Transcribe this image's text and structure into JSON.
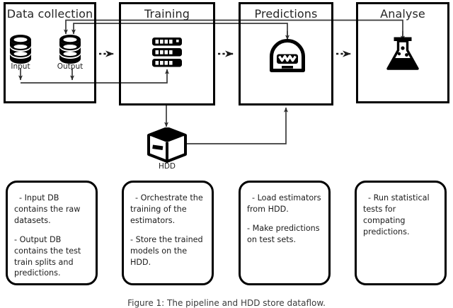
{
  "diagram": {
    "title": "ML pipeline architecture diagram",
    "stages": [
      {
        "id": "data-collection",
        "label": "Data collection"
      },
      {
        "id": "training",
        "label": "Training"
      },
      {
        "id": "predictions",
        "label": "Predictions"
      },
      {
        "id": "analyse",
        "label": "Analyse"
      }
    ],
    "icons": [
      {
        "id": "input-db",
        "name": "database-icon",
        "label": "Input"
      },
      {
        "id": "output-db",
        "name": "database-icon",
        "label": "Output"
      },
      {
        "id": "server",
        "name": "server-rack-icon",
        "label": ""
      },
      {
        "id": "robot",
        "name": "robot-head-icon",
        "label": ""
      },
      {
        "id": "flask",
        "name": "erlenmeyer-flask-icon",
        "label": ""
      },
      {
        "id": "hdd",
        "name": "hard-drive-cube-icon",
        "label": "HDD"
      }
    ],
    "notes": [
      {
        "id": "note-data-collection",
        "lines": [
          "- Input DB contains the raw datasets.",
          "- Output DB contains the test train splits and predictions."
        ]
      },
      {
        "id": "note-training",
        "lines": [
          "- Orchestrate the training of the estimators.",
          "- Store the trained models on the HDD."
        ]
      },
      {
        "id": "note-predictions",
        "lines": [
          "- Load estimators from HDD.",
          "- Make predictions on test sets."
        ]
      },
      {
        "id": "note-analyse",
        "lines": [
          "- Run statistical tests for compating predictions."
        ]
      }
    ],
    "caption": "Figure 1: The pipeline and HDD store dataflow.",
    "colors": {
      "stroke": "#000000",
      "background": "#ffffff",
      "text": "#1a1a1a",
      "connector": "#3a3a3a"
    }
  }
}
